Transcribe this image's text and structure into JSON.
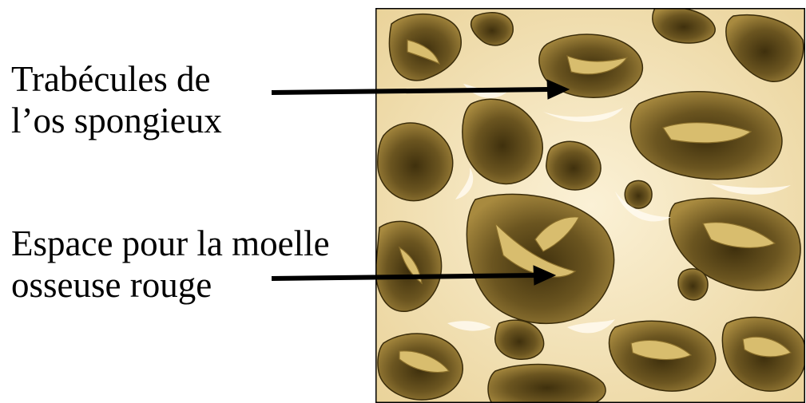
{
  "labels": {
    "trabecules": {
      "line1": "Trabécules de",
      "line2": "l’os spongieux"
    },
    "moelle": {
      "line1": "Espace pour la moelle",
      "line2": "osseuse rouge"
    }
  },
  "colors": {
    "bone_light": "#f6e8c2",
    "bone_mid": "#d9c07a",
    "bone_dark": "#a88a3f",
    "cavity_light": "#8c7132",
    "cavity_dark": "#4e3d13",
    "arrow": "#000000",
    "border": "#000000"
  },
  "illustration": {
    "subject": "spongy-bone-illustration"
  }
}
